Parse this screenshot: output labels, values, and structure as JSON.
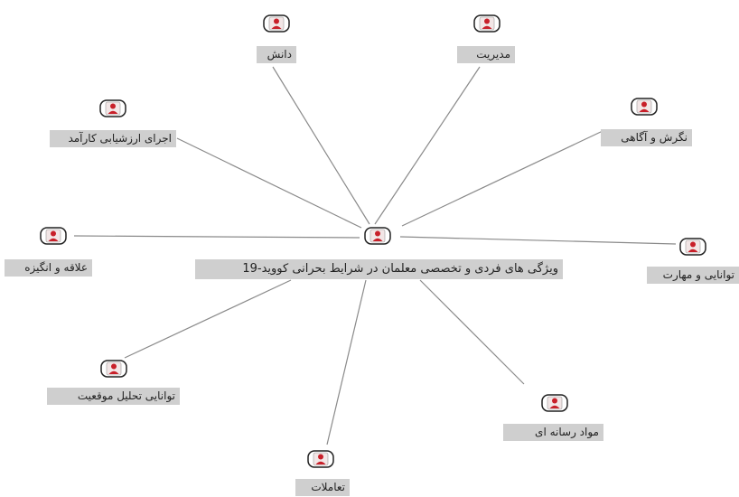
{
  "diagram": {
    "center_label": "ویژگی های فردی و تخصصی معلمان در شرایط بحرانی کووید-19",
    "node_icon": "person-card-icon",
    "accent_color": "#c8202a",
    "label_background": "#cfcfcf",
    "edge_color": "#8a8a8a",
    "nodes": [
      {
        "id": "danesh",
        "label": "دانش"
      },
      {
        "id": "modiriat",
        "label": "مدیریت"
      },
      {
        "id": "ejra",
        "label": "اجرای ارزشیابی کارآمد"
      },
      {
        "id": "negaresh",
        "label": "نگرش و آگاهی"
      },
      {
        "id": "alaghe",
        "label": "علاقه و انگیزه"
      },
      {
        "id": "tavanaei-maharat",
        "label": "توانایی و مهارت"
      },
      {
        "id": "tahlil",
        "label": "توانایی تحلیل موقعیت"
      },
      {
        "id": "mavad",
        "label": "مواد رسانه ای"
      },
      {
        "id": "taamolat",
        "label": "تعاملات"
      }
    ]
  }
}
